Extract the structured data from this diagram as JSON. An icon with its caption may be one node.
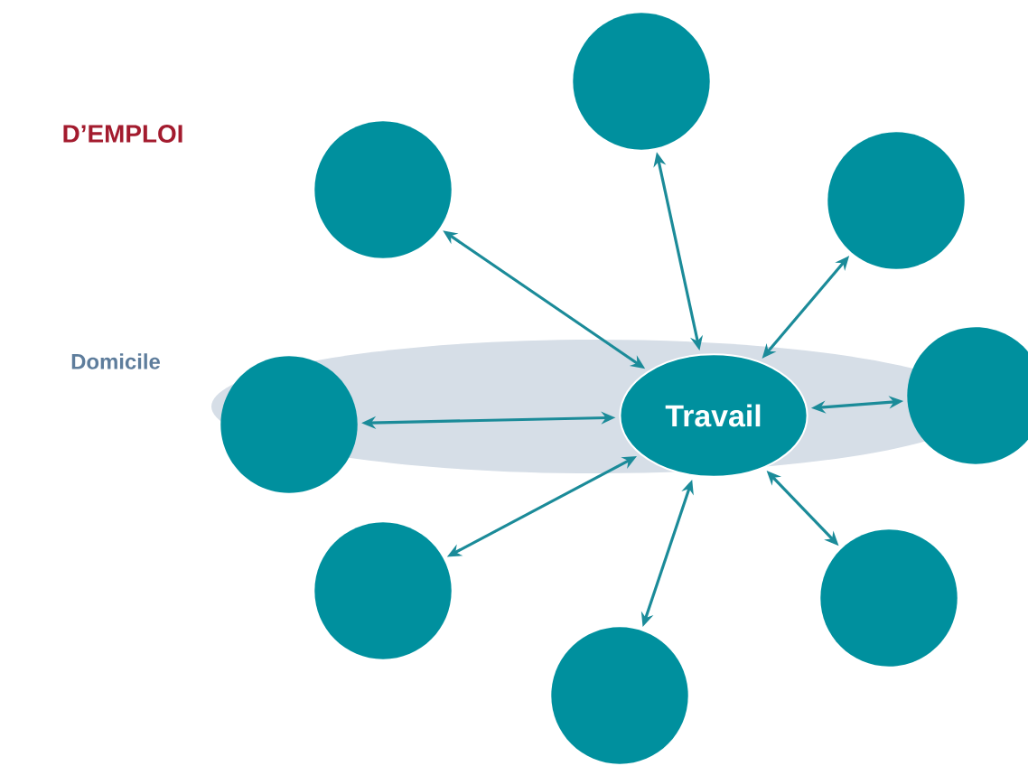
{
  "diagram": {
    "nodes": [
      {
        "text": [],
        "shape": "circle"
      },
      {
        "text": [],
        "shape": "circle"
      },
      {
        "text": [],
        "shape": "circle"
      },
      {
        "text": [],
        "shape": "circle"
      },
      {
        "text": [
          "Travail"
        ]
      },
      {
        "text": [],
        "shape": "circle"
      },
      {
        "text": [],
        "shape": "circle"
      },
      {
        "text": [],
        "shape": "circle"
      },
      {
        "text": [],
        "shape": "circle"
      }
    ],
    "edges": [
      {
        "from": 4,
        "to": 0,
        "arrow": "both"
      },
      {
        "from": 4,
        "to": 1,
        "arrow": "both"
      },
      {
        "from": 4,
        "to": 2,
        "arrow": "both"
      },
      {
        "from": 4,
        "to": 3,
        "arrow": "both"
      },
      {
        "from": 4,
        "to": 5,
        "arrow": "both"
      },
      {
        "from": 4,
        "to": 6,
        "arrow": "both"
      },
      {
        "from": 4,
        "to": 7,
        "arrow": "both"
      },
      {
        "from": 4,
        "to": 8,
        "arrow": "both"
      }
    ],
    "labels": [
      "D’EMPLOI",
      "Domicile"
    ]
  }
}
